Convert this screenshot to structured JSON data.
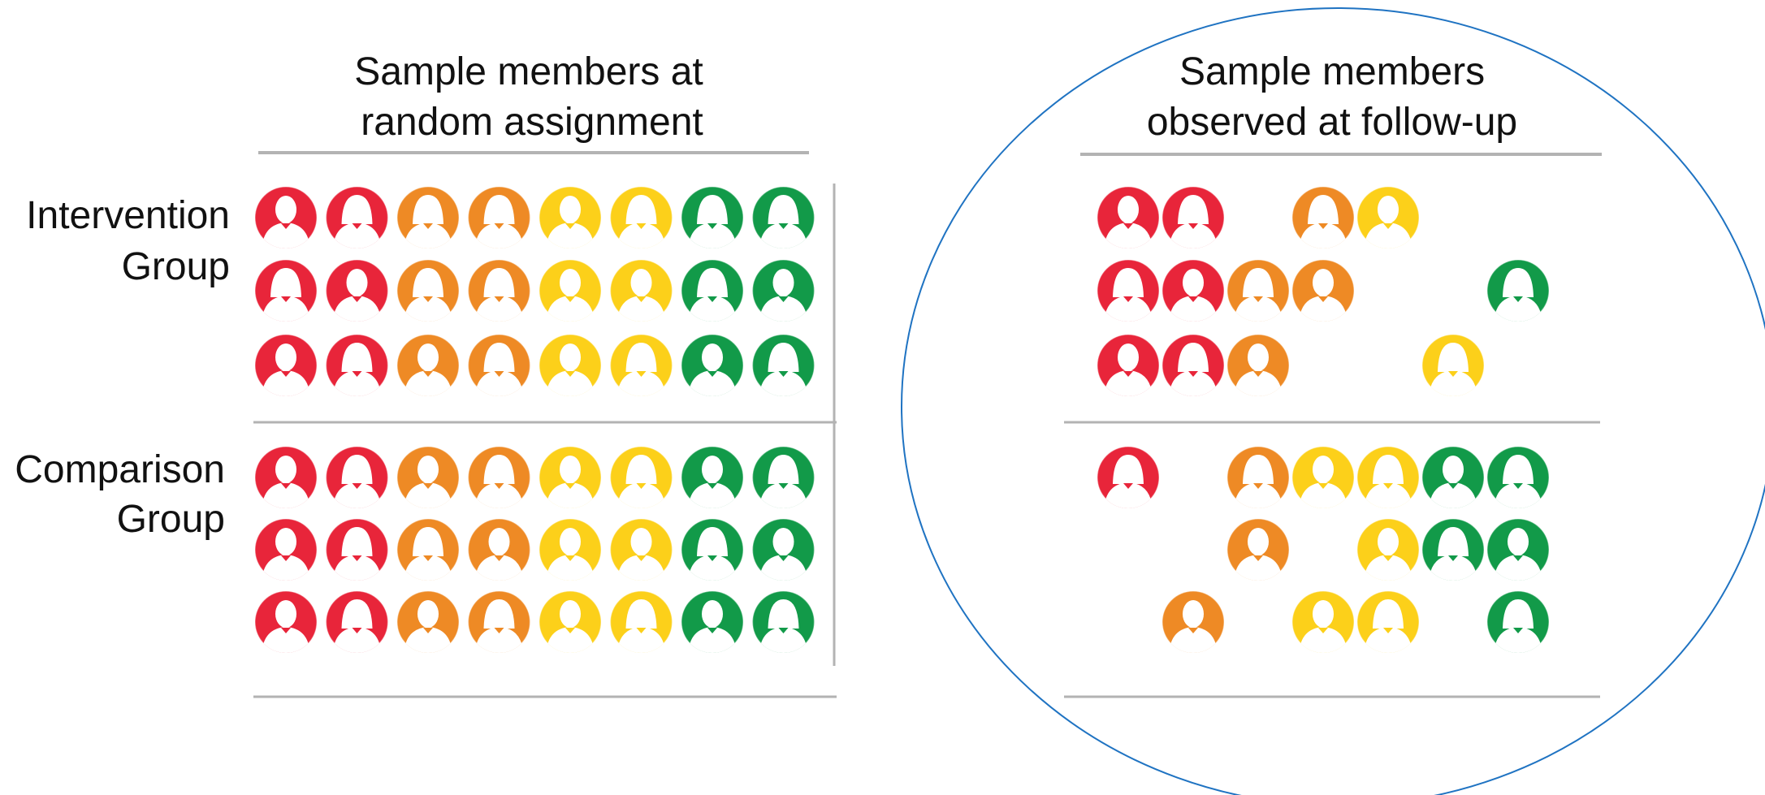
{
  "titles": {
    "left": [
      "Sample members at",
      "random assignment"
    ],
    "right": [
      "Sample members",
      "observed at follow-up"
    ]
  },
  "groups": [
    {
      "label": [
        "Intervention",
        "Group"
      ]
    },
    {
      "label": [
        "Comparison",
        "Group"
      ]
    }
  ],
  "colors": {
    "red": "#e8253a",
    "orange": "#ee8a25",
    "yellow": "#fcd01a",
    "green": "#129a49",
    "circle_outline": "#1f73c2",
    "rule": "#b3b3b3",
    "text": "#111111"
  },
  "icon_types": [
    "person-male-icon",
    "person-female-icon"
  ],
  "left_panel": {
    "column_colors": [
      "red",
      "red",
      "orange",
      "orange",
      "yellow",
      "yellow",
      "green",
      "green"
    ],
    "rows": [
      [
        "m",
        "f",
        "f",
        "f",
        "m",
        "f",
        "f",
        "f"
      ],
      [
        "f",
        "m",
        "f",
        "f",
        "m",
        "m",
        "f",
        "m"
      ],
      [
        "m",
        "f",
        "m",
        "f",
        "m",
        "f",
        "m",
        "f"
      ],
      [
        "m",
        "f",
        "m",
        "f",
        "m",
        "f",
        "m",
        "f"
      ],
      [
        "m",
        "f",
        "f",
        "m",
        "m",
        "m",
        "f",
        "m"
      ],
      [
        "m",
        "f",
        "m",
        "f",
        "m",
        "f",
        "m",
        "f"
      ]
    ]
  },
  "right_panel": {
    "rows": [
      [
        [
          "red",
          "m"
        ],
        [
          "red",
          "f"
        ],
        null,
        [
          "orange",
          "f"
        ],
        [
          "yellow",
          "m"
        ],
        null,
        null,
        null
      ],
      [
        [
          "red",
          "f"
        ],
        [
          "red",
          "m"
        ],
        [
          "orange",
          "f"
        ],
        [
          "orange",
          "m"
        ],
        null,
        null,
        [
          "green",
          "f"
        ],
        null
      ],
      [
        [
          "red",
          "m"
        ],
        [
          "red",
          "f"
        ],
        [
          "orange",
          "m"
        ],
        null,
        null,
        [
          "yellow",
          "f"
        ],
        null,
        null
      ],
      [
        [
          "red",
          "f"
        ],
        null,
        [
          "orange",
          "f"
        ],
        [
          "yellow",
          "m"
        ],
        [
          "yellow",
          "f"
        ],
        [
          "green",
          "m"
        ],
        [
          "green",
          "f"
        ],
        null
      ],
      [
        null,
        null,
        [
          "orange",
          "m"
        ],
        null,
        [
          "yellow",
          "m"
        ],
        [
          "green",
          "f"
        ],
        [
          "green",
          "m"
        ],
        null
      ],
      [
        null,
        [
          "orange",
          "m"
        ],
        null,
        [
          "yellow",
          "m"
        ],
        [
          "yellow",
          "f"
        ],
        null,
        [
          "green",
          "f"
        ],
        null
      ]
    ]
  }
}
